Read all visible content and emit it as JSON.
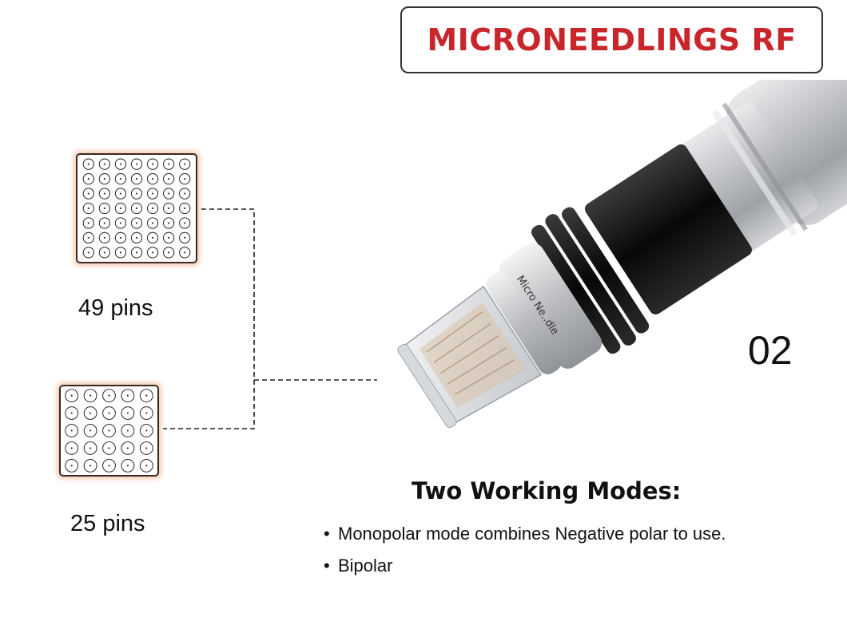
{
  "title": "MICRONEEDLINGS RF",
  "pin_options": [
    {
      "label": "49 pins",
      "grid": 7
    },
    {
      "label": "25 pins",
      "grid": 5
    }
  ],
  "handpiece": {
    "tip_label": "Micro Ne..dle"
  },
  "step_number": "02",
  "modes": {
    "heading": "Two Working Modes:",
    "items": [
      "Monopolar mode combines Negative polar to use.",
      "Bipolar"
    ],
    "bullet": "•"
  },
  "colors": {
    "title_red": "#c8262b",
    "pin_glow": "#eca06e",
    "handpiece_silver": "#c0c2c5",
    "handpiece_black": "#111111"
  }
}
